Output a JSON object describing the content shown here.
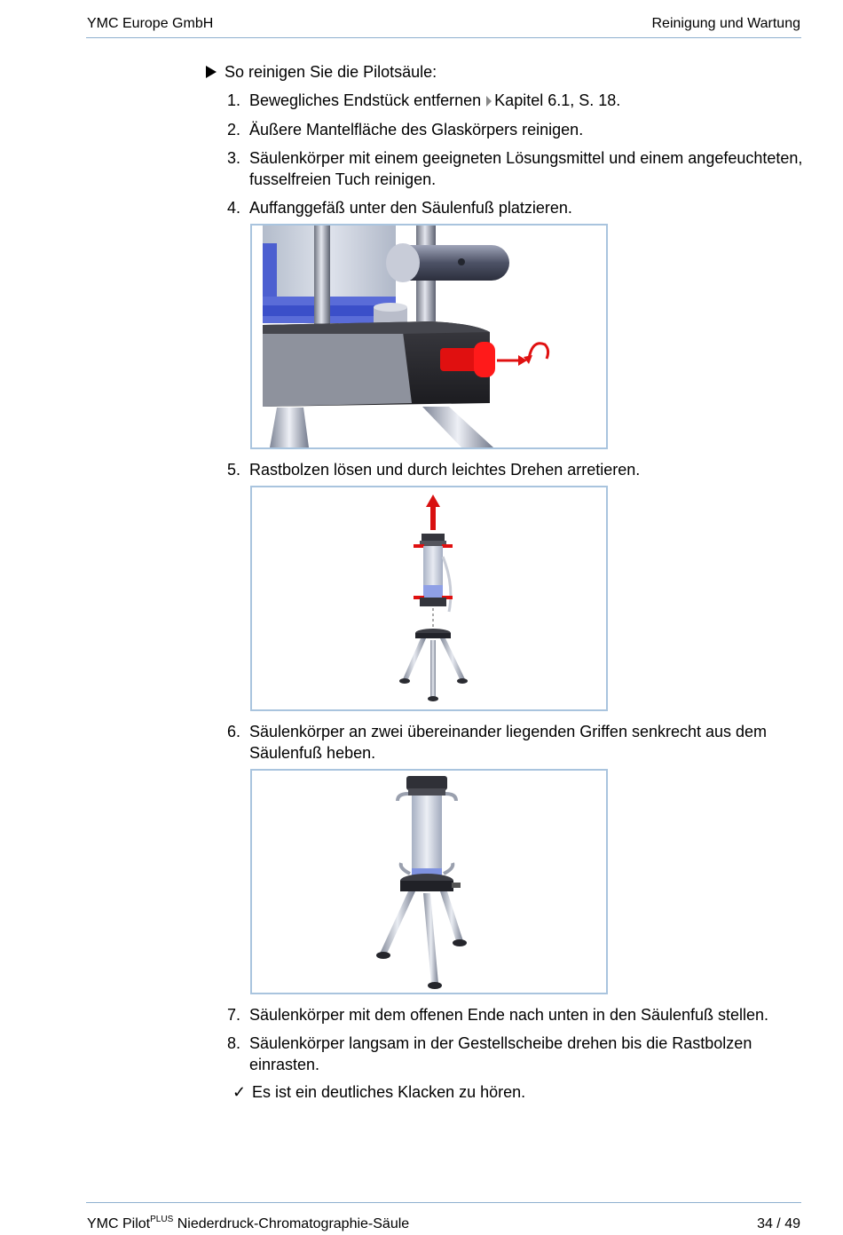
{
  "header": {
    "left": "YMC Europe GmbH",
    "right": "Reinigung und Wartung"
  },
  "intro": "So reinigen Sie die Pilotsäule:",
  "steps": [
    {
      "num": "1.",
      "text": "Bewegliches Endstück entfernen",
      "xref": "Kapitel 6.1, S. 18."
    },
    {
      "num": "2.",
      "text": "Äußere Mantelfläche des Glaskörpers reinigen."
    },
    {
      "num": "3.",
      "text": "Säulenkörper mit einem geeigneten Lösungsmittel und einem angefeuchteten, fusselfreien Tuch reinigen."
    },
    {
      "num": "4.",
      "text": "Auffanggefäß unter den Säulenfuß platzieren."
    },
    {
      "num": "5.",
      "text": "Rastbolzen lösen und durch leichtes Drehen arretieren."
    },
    {
      "num": "6.",
      "text": "Säulenkörper an zwei übereinander liegenden Griffen senkrecht aus dem Säulenfuß heben."
    },
    {
      "num": "7.",
      "text": "Säulenkörper mit dem offenen Ende nach unten in den Säulenfuß stellen."
    },
    {
      "num": "8.",
      "text": "Säulenkörper langsam in der Gestellscheibe drehen bis die Rastbolzen einrasten."
    }
  ],
  "result": {
    "check": "✓",
    "text": "Es ist ein deutliches Klacken zu hören."
  },
  "footer": {
    "product": "YMC Pilot",
    "superscript": "PLUS",
    "subtitle": "Niederdruck-Chromatographie-Säule",
    "page": "34 / 49"
  }
}
